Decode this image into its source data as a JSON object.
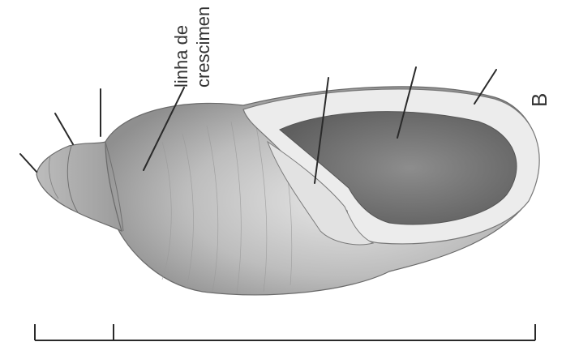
{
  "figure": {
    "label_growth_line_1": "linha de",
    "label_growth_line_2": "crescimen",
    "panel_letter": "B"
  },
  "colors": {
    "ink": "#333333",
    "shell_light": "#d9d9d9",
    "shell_mid": "#a8a8a8",
    "aperture": "#7a7a7a",
    "lip": "#ebebeb"
  }
}
